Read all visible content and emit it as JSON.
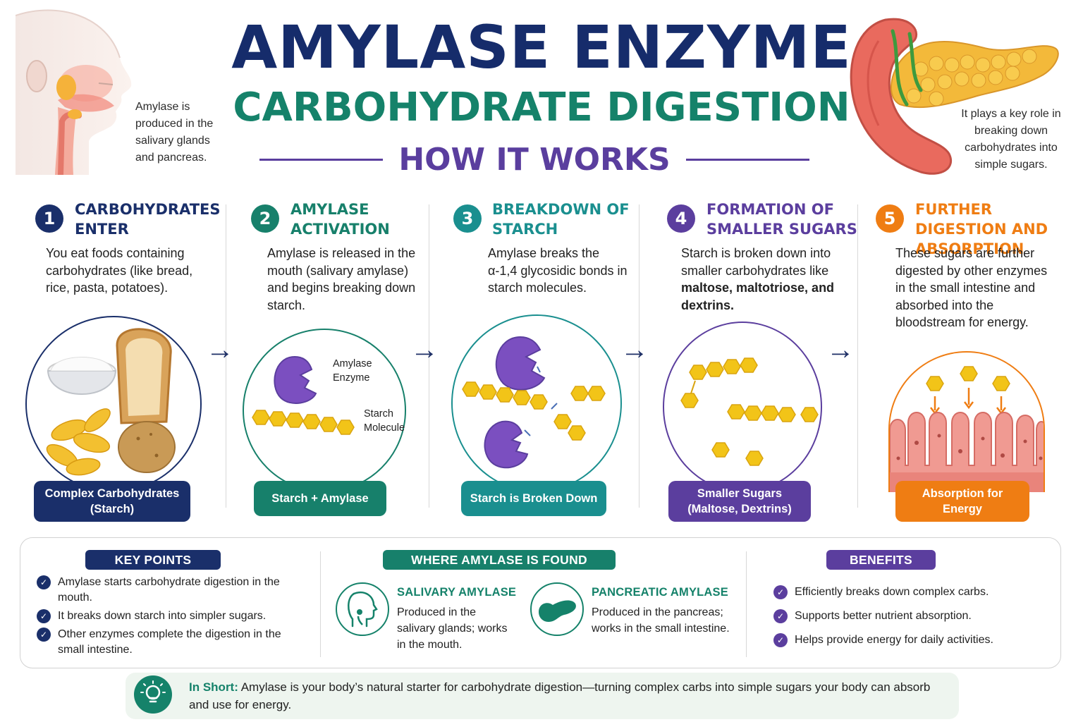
{
  "header": {
    "title": "AMYLASE ENZYME",
    "subtitle": "CARBOHYDRATE DIGESTION",
    "section": "HOW IT WORKS",
    "left_note": "Amylase is produced in the salivary glands and pancreas.",
    "right_note": "It plays a key role in breaking down carbohydrates into simple sugars."
  },
  "steps": [
    {
      "num": "1",
      "title": "CARBOHYDRATES ENTER",
      "desc": "You eat foods containing carbohydrates (like bread, rice, pasta, potatoes).",
      "caption": "Complex Carbohydrates (Starch)",
      "color": "#1a2f6a"
    },
    {
      "num": "2",
      "title": "AMYLASE ACTIVATION",
      "desc": "Amylase is released in the mouth (salivary amylase) and begins breaking down starch.",
      "caption": "Starch + Amylase",
      "label_enzyme": "Amylase Enzyme",
      "label_starch": "Starch Molecule",
      "color": "#17806b"
    },
    {
      "num": "3",
      "title": "BREAKDOWN OF STARCH",
      "desc": "Amylase breaks the α-1,4 glycosidic bonds in starch molecules.",
      "caption": "Starch is Broken Down",
      "color": "#1a8f8f"
    },
    {
      "num": "4",
      "title": "FORMATION OF SMALLER SUGARS",
      "desc": "Starch is broken down into smaller carbohydrates like",
      "desc_bold": "maltose, maltotriose, and dextrins.",
      "caption": "Smaller Sugars (Maltose, Dextrins)",
      "color": "#5b3e9e"
    },
    {
      "num": "5",
      "title": "FURTHER DIGESTION AND ABSORPTION",
      "desc": "These sugars are further digested by other enzymes in the small intestine and absorbed into the bloodstream for energy.",
      "caption": "Absorption for Energy",
      "color": "#ef7d13"
    }
  ],
  "key_points": {
    "title": "KEY POINTS",
    "items": [
      "Amylase starts carbohydrate digestion in the mouth.",
      "It breaks down starch into simpler sugars.",
      "Other enzymes complete the digestion in the small intestine."
    ]
  },
  "where_found": {
    "title": "WHERE AMYLASE IS FOUND",
    "salivary": {
      "title": "SALIVARY AMYLASE",
      "desc": "Produced in the salivary glands; works in the mouth."
    },
    "pancreatic": {
      "title": "PANCREATIC AMYLASE",
      "desc": "Produced in the pancreas; works in the small intestine."
    }
  },
  "benefits": {
    "title": "BENEFITS",
    "items": [
      "Efficiently breaks down complex carbs.",
      "Supports better nutrient absorption.",
      "Helps provide energy for daily activities."
    ]
  },
  "in_short": {
    "label": "In Short:",
    "text": "Amylase is your body’s natural starter for carbohydrate digestion—turning complex carbs into simple sugars your body can absorb and use for energy."
  },
  "colors": {
    "navy": "#162c6b",
    "green": "#15826a",
    "teal": "#1a8f8f",
    "purple": "#5b3e9e",
    "orange": "#ef7d13",
    "sugar": "#f2c418"
  }
}
